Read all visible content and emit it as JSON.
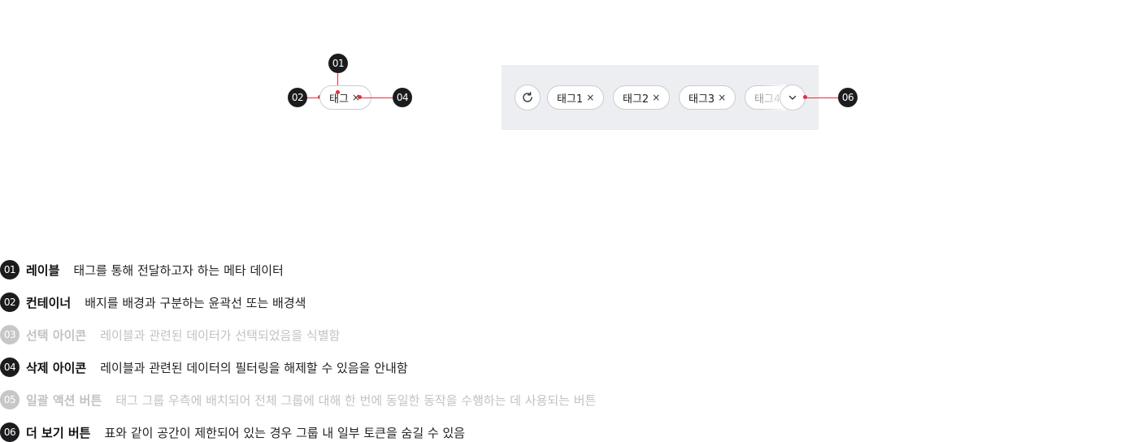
{
  "markers": {
    "m01": "01",
    "m02": "02",
    "m04": "04",
    "m06": "06"
  },
  "single_tag": {
    "label": "태그",
    "close": "×"
  },
  "tag_group": {
    "refresh_icon": "refresh-icon",
    "more_icon": "chevron-down-icon",
    "tags": [
      {
        "label": "태그1",
        "close": "×"
      },
      {
        "label": "태그2",
        "close": "×"
      },
      {
        "label": "태그3",
        "close": "×"
      },
      {
        "label": "태그4"
      }
    ]
  },
  "colors": {
    "accent": "#e0303f",
    "marker": "#1c1c1e",
    "group_bg": "#eceef2",
    "dim": "#c2c2c2"
  },
  "legend": [
    {
      "num": "01",
      "title": "레이블",
      "desc": "태그를 통해 전달하고자 하는 메타 데이터",
      "dim": false
    },
    {
      "num": "02",
      "title": "컨테이너",
      "desc": "배지를 배경과 구분하는 윤곽선 또는 배경색",
      "dim": false
    },
    {
      "num": "03",
      "title": "선택 아이콘",
      "desc": "레이블과 관련된 데이터가 선택되었음을 식별함",
      "dim": true
    },
    {
      "num": "04",
      "title": "삭제 아이콘",
      "desc": "레이블과 관련된 데이터의 필터링을 해제할 수 있음을 안내함",
      "dim": false
    },
    {
      "num": "05",
      "title": "일괄 액션 버튼",
      "desc": "태그 그룹 우측에 배치되어 전체 그룹에 대해 한 번에 동일한 동작을 수행하는 데 사용되는 버튼",
      "dim": true
    },
    {
      "num": "06",
      "title": "더 보기 버튼",
      "desc": "표와 같이 공간이 제한되어 있는 경우 그룹 내 일부 토큰을 숨길 수 있음",
      "dim": false
    }
  ]
}
